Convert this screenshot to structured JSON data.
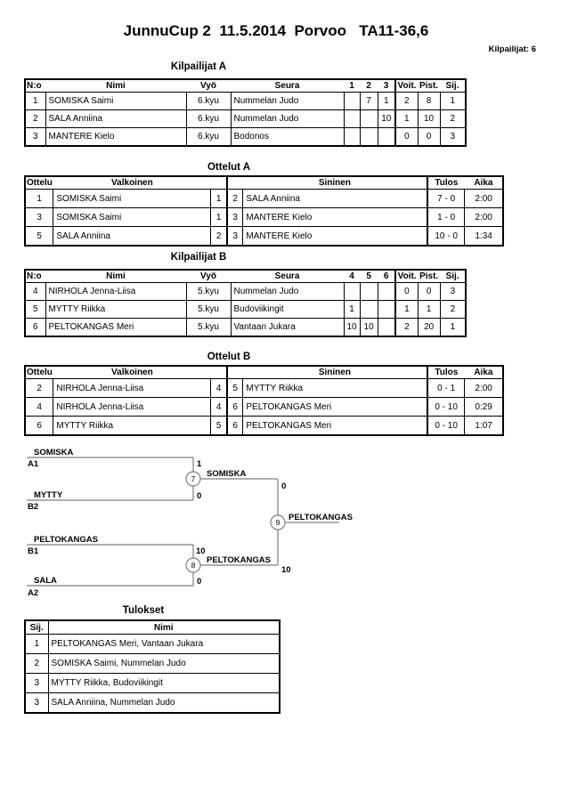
{
  "page": {
    "title": "JunnuCup 2  11.5.2014  Porvoo   TA11-36,6",
    "competitors_note": "Kilpailijat: 6"
  },
  "colors": {
    "background": "#ffffff",
    "text": "#000000",
    "table_border": "#000000",
    "bracket_line": "#7f7f7f"
  },
  "tables": {
    "kilpailijat_a": {
      "title": "Kilpailijat A",
      "headers": [
        "N:o",
        "Nimi",
        "Vyö",
        "Seura",
        "1",
        "2",
        "3",
        "Voit.",
        "Pist.",
        "Sij."
      ],
      "rows": [
        [
          "1",
          "SOMISKA Saimi",
          "6.kyu",
          "Nummelan Judo",
          "",
          "7",
          "1",
          "2",
          "8",
          "1"
        ],
        [
          "2",
          "SALA Anniina",
          "6.kyu",
          "Nummelan Judo",
          "",
          "",
          "10",
          "1",
          "10",
          "2"
        ],
        [
          "3",
          "MANTERE Kielo",
          "6.kyu",
          "Bodonos",
          "",
          "",
          "",
          "0",
          "0",
          "3"
        ]
      ]
    },
    "ottelut_a": {
      "title": "Ottelut A",
      "headers": [
        "Ottelu",
        "Valkoinen",
        "",
        "",
        "Sininen",
        "Tulos",
        "Aika"
      ],
      "rows": [
        [
          "1",
          "SOMISKA Saimi",
          "1",
          "2",
          "SALA Anniina",
          "7 - 0",
          "2:00"
        ],
        [
          "3",
          "SOMISKA Saimi",
          "1",
          "3",
          "MANTERE Kielo",
          "1 - 0",
          "2:00"
        ],
        [
          "5",
          "SALA Anniina",
          "2",
          "3",
          "MANTERE Kielo",
          "10 - 0",
          "1:34"
        ]
      ]
    },
    "kilpailijat_b": {
      "title": "Kilpailijat B",
      "headers": [
        "N:o",
        "Nimi",
        "Vyö",
        "Seura",
        "4",
        "5",
        "6",
        "Voit.",
        "Pist.",
        "Sij."
      ],
      "rows": [
        [
          "4",
          "NIRHOLA Jenna-Liisa",
          "5.kyu",
          "Nummelan Judo",
          "",
          "",
          "",
          "0",
          "0",
          "3"
        ],
        [
          "5",
          "MYTTY Riikka",
          "5.kyu",
          "Budoviikingit",
          "1",
          "",
          "",
          "1",
          "1",
          "2"
        ],
        [
          "6",
          "PELTOKANGAS Meri",
          "5.kyu",
          "Vantaan Jukara",
          "10",
          "10",
          "",
          "2",
          "20",
          "1"
        ]
      ]
    },
    "ottelut_b": {
      "title": "Ottelut B",
      "headers": [
        "Ottelu",
        "Valkoinen",
        "",
        "",
        "Sininen",
        "Tulos",
        "Aika"
      ],
      "rows": [
        [
          "2",
          "NIRHOLA Jenna-Liisa",
          "4",
          "5",
          "MYTTY Riikka",
          "0 - 1",
          "2:00"
        ],
        [
          "4",
          "NIRHOLA Jenna-Liisa",
          "4",
          "6",
          "PELTOKANGAS Meri",
          "0 - 10",
          "0:29"
        ],
        [
          "6",
          "MYTTY Riikka",
          "5",
          "6",
          "PELTOKANGAS Meri",
          "0 - 10",
          "1:07"
        ]
      ]
    },
    "tulokset": {
      "title": "Tulokset",
      "headers": [
        "Sij.",
        "Nimi"
      ],
      "rows": [
        [
          "1",
          "PELTOKANGAS Meri, Vantaan Jukara"
        ],
        [
          "2",
          "SOMISKA Saimi, Nummelan Judo"
        ],
        [
          "3",
          "MYTTY Riikka, Budoviikingit"
        ],
        [
          "3",
          "SALA Anniina, Nummelan Judo"
        ]
      ]
    }
  },
  "bracket": {
    "semifinal_1": {
      "match_number": "7",
      "top_name": "SOMISKA",
      "top_seed": "A1",
      "top_score": "1",
      "bottom_name": "MYTTY",
      "bottom_seed": "B2",
      "bottom_score": "0",
      "winner": "SOMISKA"
    },
    "semifinal_2": {
      "match_number": "8",
      "top_name": "PELTOKANGAS",
      "top_seed": "B1",
      "top_score": "10",
      "bottom_name": "SALA",
      "bottom_seed": "A2",
      "bottom_score": "0",
      "winner": "PELTOKANGAS"
    },
    "final": {
      "match_number": "9",
      "top_score": "0",
      "bottom_score": "10",
      "winner": "PELTOKANGAS"
    }
  }
}
